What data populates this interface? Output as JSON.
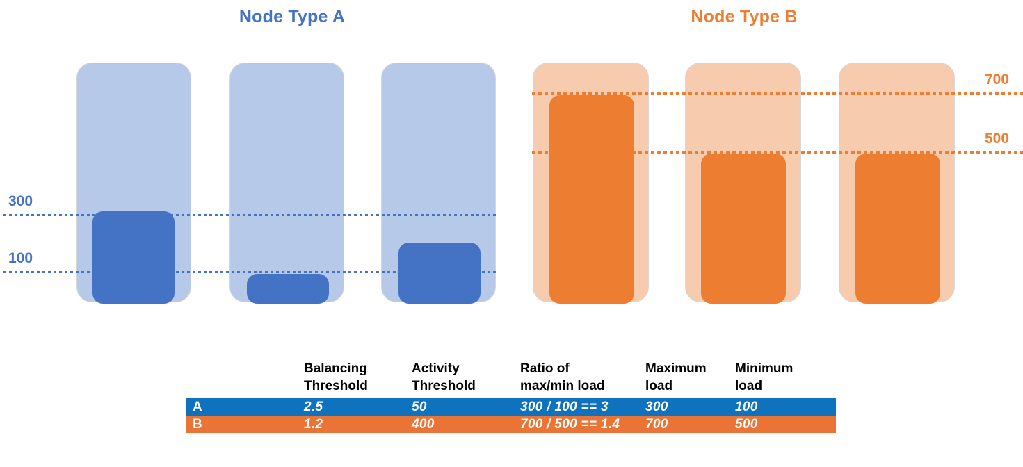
{
  "sections": [
    {
      "id": "A",
      "title": "Node Type A",
      "color": "#4472C4",
      "container_color": "#B7C9E9",
      "bar_color": "#4472C4",
      "guides": [
        {
          "label": "300",
          "value": 300
        },
        {
          "label": "100",
          "value": 100
        }
      ],
      "bars": [
        310,
        90,
        200
      ]
    },
    {
      "id": "B",
      "title": "Node Type B",
      "color": "#ED7D31",
      "container_color": "#F7CBAD",
      "bar_color": "#ED7D31",
      "guides": [
        {
          "label": "700",
          "value": 700
        },
        {
          "label": "500",
          "value": 500
        }
      ],
      "bars": [
        690,
        493,
        493
      ]
    }
  ],
  "table": {
    "columns": [
      "Balancing\nThreshold",
      "Activity\nThreshold",
      "Ratio of\nmax/min load",
      "Maximum\nload",
      "Minimum\nload"
    ],
    "rows": [
      {
        "label": "A",
        "bg": "#0F72BF",
        "cells": [
          "2.5",
          "50",
          "300 / 100 == 3",
          "300",
          "100"
        ]
      },
      {
        "label": "B",
        "bg": "#E97436",
        "cells": [
          "1.2",
          "400",
          "700 / 500 == 1.4",
          "700",
          "500"
        ]
      }
    ]
  }
}
